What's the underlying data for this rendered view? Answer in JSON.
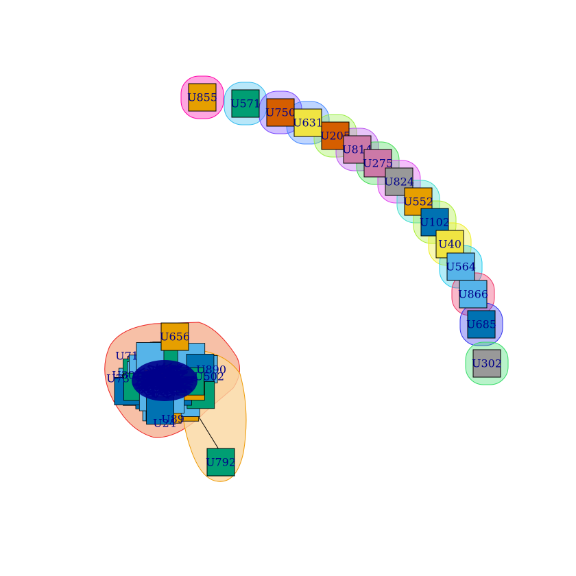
{
  "graph": {
    "label_color": "#00008b",
    "nodes": [
      {
        "id": "U855",
        "color": "#e69f00",
        "hull": "#ff00aa"
      },
      {
        "id": "U571",
        "color": "#009e73",
        "hull": "#33bbee"
      },
      {
        "id": "U750",
        "color": "#d55e00",
        "hull": "#7744ff"
      },
      {
        "id": "U631",
        "color": "#f0e442",
        "hull": "#4488ff"
      },
      {
        "id": "U205",
        "color": "#d55e00",
        "hull": "#99ee44"
      },
      {
        "id": "U814",
        "color": "#cc79a7",
        "hull": "#bb55ee"
      },
      {
        "id": "U275",
        "color": "#cc79a7",
        "hull": "#44dd55"
      },
      {
        "id": "U824",
        "color": "#999999",
        "hull": "#dd44ee"
      },
      {
        "id": "U552",
        "color": "#e69f00",
        "hull": "#44ddcc"
      },
      {
        "id": "U102",
        "color": "#0072b2",
        "hull": "#aaee33"
      },
      {
        "id": "U40",
        "color": "#f0e442",
        "hull": "#eeee22"
      },
      {
        "id": "U564",
        "color": "#56b4e9",
        "hull": "#22ccee"
      },
      {
        "id": "U866",
        "color": "#56b4e9",
        "hull": "#ee3366"
      },
      {
        "id": "U685",
        "color": "#0072b2",
        "hull": "#3333ee"
      },
      {
        "id": "U302",
        "color": "#999999",
        "hull": "#33dd66"
      },
      {
        "id": "U656",
        "color": "#e69f00",
        "hull": "#ee2222"
      },
      {
        "id": "U792",
        "color": "#009e73",
        "hull": "#ee9900"
      }
    ],
    "cluster_labels": [
      "U71",
      "U30",
      "U73",
      "U502",
      "U890",
      "U89",
      "U24"
    ]
  }
}
